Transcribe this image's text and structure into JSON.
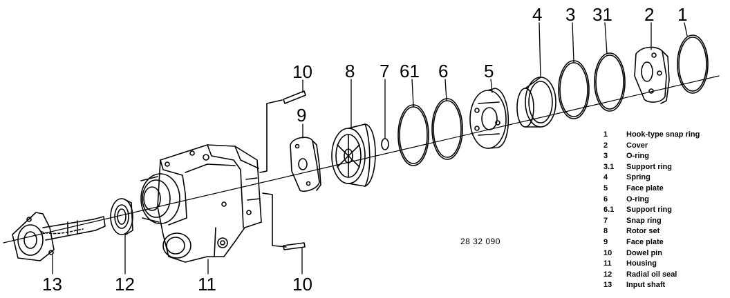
{
  "callouts": [
    "1",
    "2",
    "31",
    "3",
    "4",
    "5",
    "6",
    "61",
    "7",
    "8",
    "9",
    "10",
    "10",
    "11",
    "12",
    "13"
  ],
  "reference_number": "28 32 090",
  "legend": [
    {
      "num": "1",
      "name": "Hook-type snap ring"
    },
    {
      "num": "2",
      "name": "Cover"
    },
    {
      "num": "3",
      "name": "O-ring"
    },
    {
      "num": "3.1",
      "name": "Support ring"
    },
    {
      "num": "4",
      "name": "Spring"
    },
    {
      "num": "5",
      "name": "Face plate"
    },
    {
      "num": "6",
      "name": "O-ring"
    },
    {
      "num": "6.1",
      "name": "Support ring"
    },
    {
      "num": "7",
      "name": "Snap ring"
    },
    {
      "num": "8",
      "name": "Rotor set"
    },
    {
      "num": "9",
      "name": "Face plate"
    },
    {
      "num": "10",
      "name": "Dowel pin"
    },
    {
      "num": "11",
      "name": "Housing"
    },
    {
      "num": "12",
      "name": "Radial oil seal"
    },
    {
      "num": "13",
      "name": "Input shaft"
    }
  ]
}
